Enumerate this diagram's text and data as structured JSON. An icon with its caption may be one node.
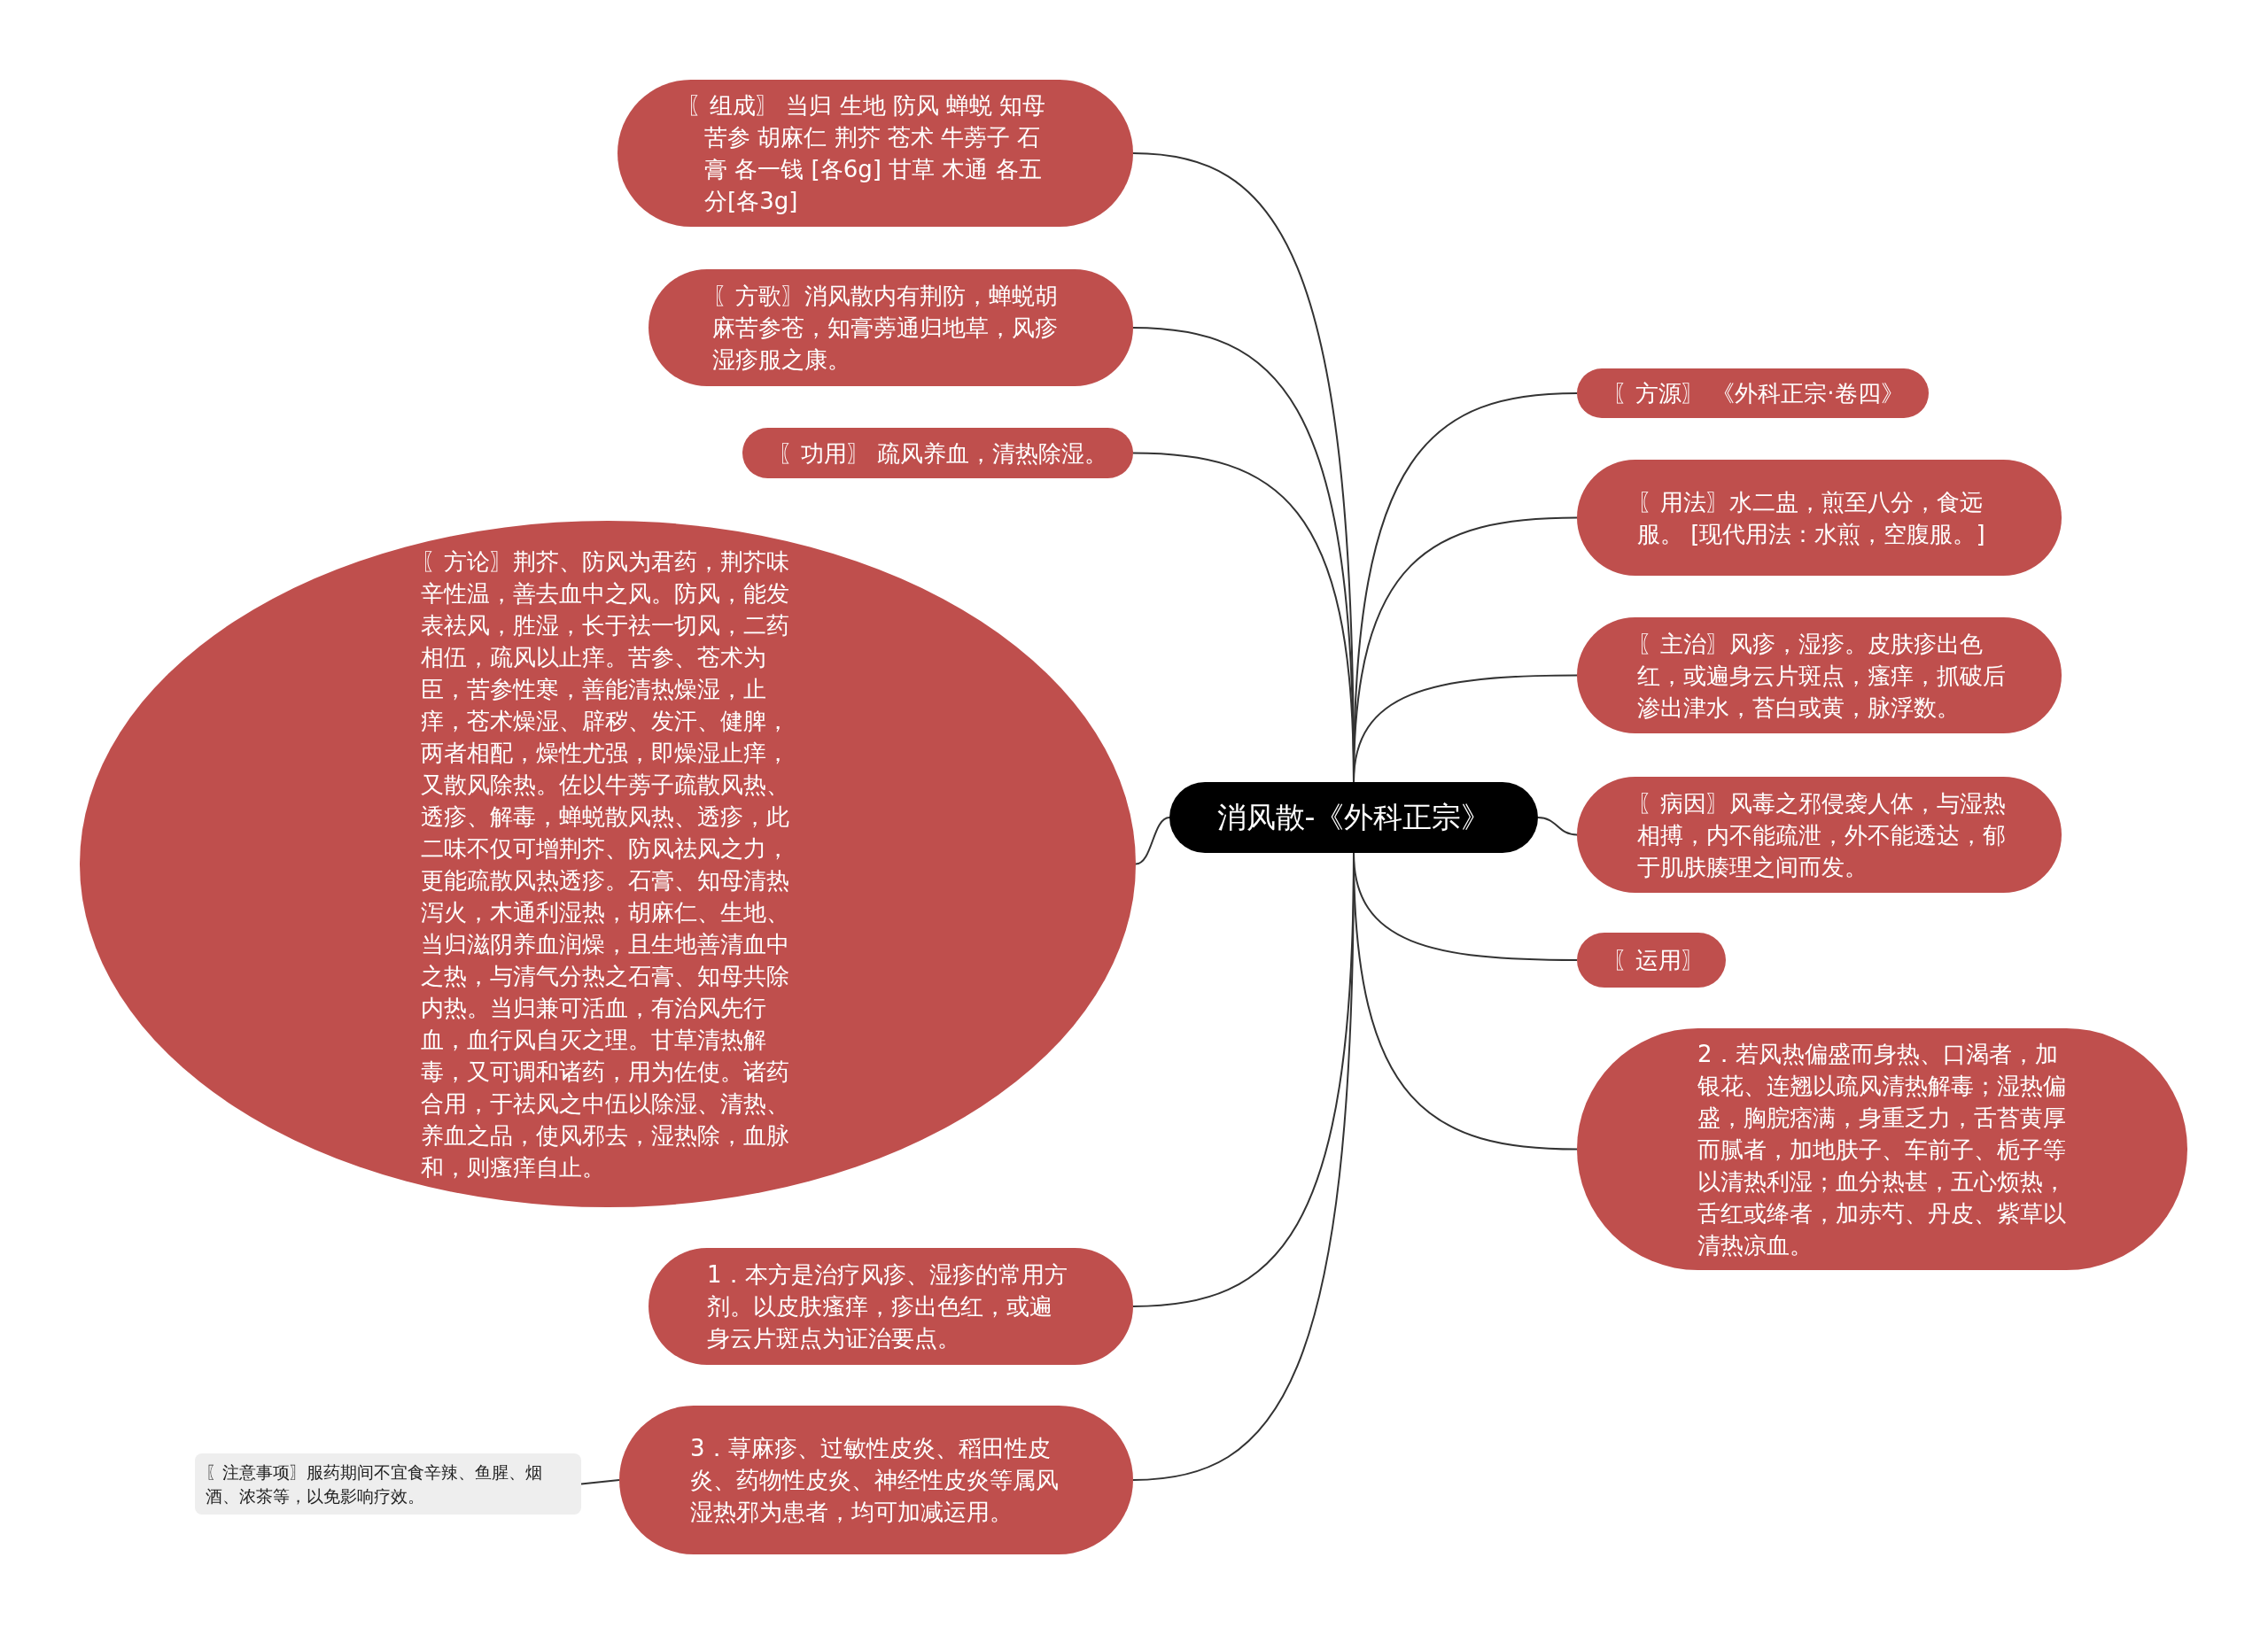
{
  "diagram": {
    "nodes": [
      {
        "text": [
          "消风散-《外科正宗》"
        ]
      },
      {
        "text": [
          "〖组成〗 当归 生地 防风 蝉蜕 知母苦参 胡麻仁 荆芥 苍术 牛蒡子 石膏 各一钱 [各6g] 甘草 木通 各五分[各3g]"
        ]
      },
      {
        "text": [
          "〖方歌〗消风散内有荆防，蝉蜕胡麻苦参苍，知膏蒡通归地草，风疹湿疹服之康。"
        ]
      },
      {
        "text": [
          "〖功用〗 疏风养血，清热除湿。"
        ]
      },
      {
        "text": [
          "〖方论〗荆芥、防风为君药，荆芥味辛性温，善去血中之风。防风，能发表祛风，胜湿，长于祛一切风，二药相伍，疏风以止痒。苦参、苍术为臣，苦参性寒，善能清热燥湿，止痒，苍术燥湿、辟秽、发汗、健脾，两者相配，燥性尤强，即燥湿止痒，又散风除热。佐以牛蒡子疏散风热、透疹、解毒，蝉蜕散风热、透疹，此二味不仅可增荆芥、防风祛风之力，更能疏散风热透疹。石膏、知母清热泻火，木通利湿热，胡麻仁、生地、当归滋阴养血润燥，且生地善清血中之热，与清气分热之石膏、知母共除内热。当归兼可活血，有治风先行血，血行风自灭之理。甘草清热解毒，又可调和诸药，用为佐使。诸药合用，于祛风之中伍以除湿、清热、养血之品，使风邪去，湿热除，血脉和，则瘙痒自止。"
        ]
      },
      {
        "text": [
          "1．本方是治疗风疹、湿疹的常用方剂。以皮肤瘙痒，疹出色红，或遍身云片斑点为证治要点。"
        ]
      },
      {
        "text": [
          "3．荨麻疹、过敏性皮炎、稻田性皮炎、药物性皮炎、神经性皮炎等属风湿热邪为患者，均可加减运用。"
        ]
      },
      {
        "text": [
          "〖注意事项〗服药期间不宜食辛辣、鱼腥、烟酒、浓茶等，以免影响疗效。"
        ]
      },
      {
        "text": [
          "〖方源〗 《外科正宗·卷四》"
        ]
      },
      {
        "text": [
          "〖用法〗水二盅，煎至八分，食远服。 [现代用法：水煎，空腹服。]"
        ]
      },
      {
        "text": [
          "〖主治〗风疹，湿疹。皮肤疹出色红，或遍身云片斑点，瘙痒，抓破后渗出津水，苔白或黄，脉浮数。"
        ]
      },
      {
        "text": [
          "〖病因〗风毒之邪侵袭人体，与湿热相搏，内不能疏泄，外不能透达，郁于肌肤腠理之间而发。"
        ]
      },
      {
        "text": [
          "〖运用〗"
        ]
      },
      {
        "text": [
          "2．若风热偏盛而身热、口渴者，加银花、连翘以疏风清热解毒；湿热偏盛，胸脘痞满，身重乏力，舌苔黄厚而腻者，加地肤子、车前子、栀子等以清热利湿；血分热甚，五心烦热，舌红或绛者，加赤芍、丹皮、紫草以清热凉血。"
        ]
      }
    ],
    "edges": [
      {
        "from": 0,
        "to": 1,
        "arrow": "none"
      },
      {
        "from": 0,
        "to": 2,
        "arrow": "none"
      },
      {
        "from": 0,
        "to": 3,
        "arrow": "none"
      },
      {
        "from": 0,
        "to": 4,
        "arrow": "none"
      },
      {
        "from": 0,
        "to": 5,
        "arrow": "none"
      },
      {
        "from": 0,
        "to": 6,
        "arrow": "none"
      },
      {
        "from": 6,
        "to": 7,
        "arrow": "none"
      },
      {
        "from": 0,
        "to": 8,
        "arrow": "none"
      },
      {
        "from": 0,
        "to": 9,
        "arrow": "none"
      },
      {
        "from": 0,
        "to": 10,
        "arrow": "none"
      },
      {
        "from": 0,
        "to": 11,
        "arrow": "none"
      },
      {
        "from": 0,
        "to": 12,
        "arrow": "none"
      },
      {
        "from": 0,
        "to": 13,
        "arrow": "none"
      }
    ]
  }
}
